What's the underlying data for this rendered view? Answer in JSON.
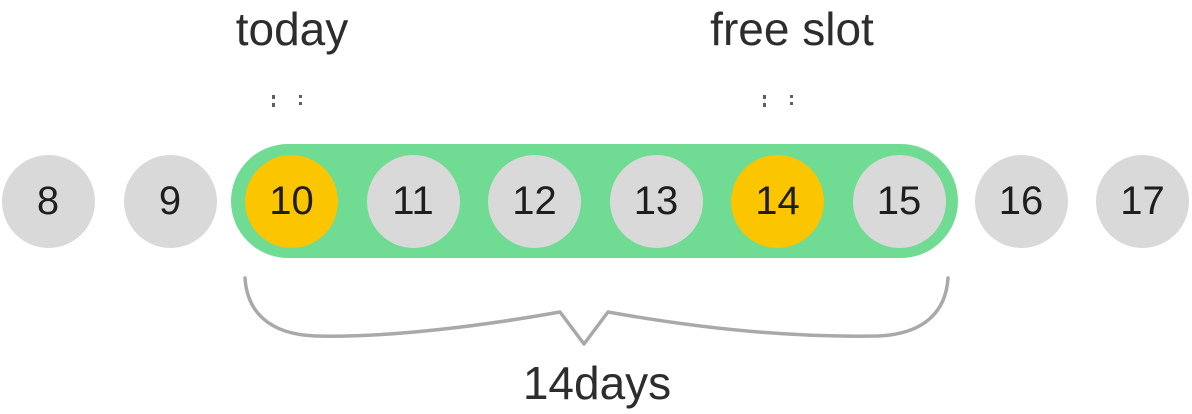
{
  "diagram": {
    "today_label": "today",
    "free_slot_label": "free slot",
    "duration_label": "14days",
    "days": [
      {
        "value": "8",
        "highlighted": false,
        "in_range": false
      },
      {
        "value": "9",
        "highlighted": false,
        "in_range": false
      },
      {
        "value": "10",
        "highlighted": true,
        "in_range": true
      },
      {
        "value": "11",
        "highlighted": false,
        "in_range": true
      },
      {
        "value": "12",
        "highlighted": false,
        "in_range": true
      },
      {
        "value": "13",
        "highlighted": false,
        "in_range": true
      },
      {
        "value": "14",
        "highlighted": true,
        "in_range": true
      },
      {
        "value": "15",
        "highlighted": false,
        "in_range": true
      },
      {
        "value": "16",
        "highlighted": false,
        "in_range": false
      },
      {
        "value": "17",
        "highlighted": false,
        "in_range": false
      }
    ],
    "colors": {
      "highlight_circle": "#fbc500",
      "range_band": "#70db92",
      "day_circle": "#d9d9d9",
      "label_text": "#2d2d2d",
      "number_text": "#1e1e1e",
      "brace": "#a9a9a9",
      "connector_dots": "#5f5f5f"
    }
  }
}
